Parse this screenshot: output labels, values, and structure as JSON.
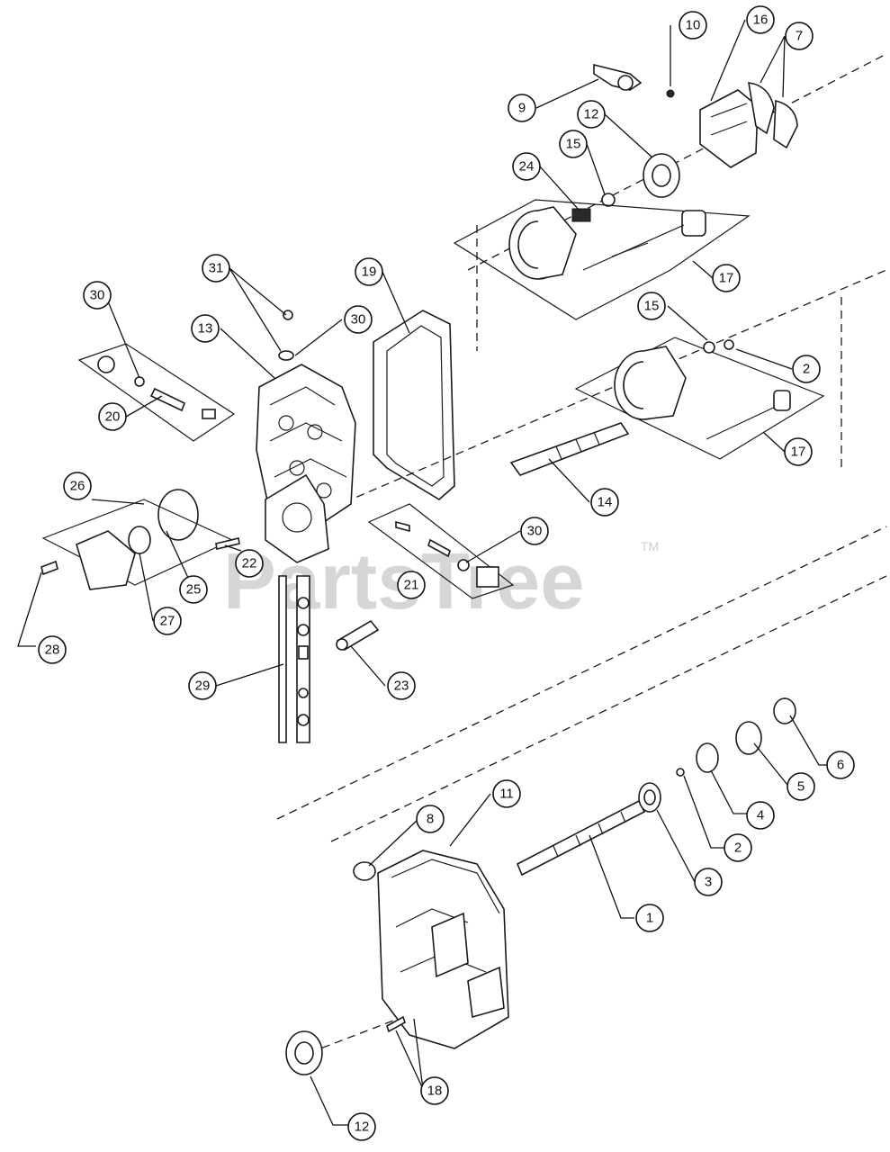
{
  "watermark": {
    "brand": "PartsTree",
    "mark": "TM"
  },
  "callouts": [
    {
      "id": "c10",
      "label": "10"
    },
    {
      "id": "c16",
      "label": "16"
    },
    {
      "id": "c7",
      "label": "7"
    },
    {
      "id": "c9",
      "label": "9"
    },
    {
      "id": "c12a",
      "label": "12"
    },
    {
      "id": "c15a",
      "label": "15"
    },
    {
      "id": "c24",
      "label": "24"
    },
    {
      "id": "c17a",
      "label": "17"
    },
    {
      "id": "c31",
      "label": "31"
    },
    {
      "id": "c19",
      "label": "19"
    },
    {
      "id": "c30a",
      "label": "30"
    },
    {
      "id": "c13",
      "label": "13"
    },
    {
      "id": "c30b",
      "label": "30"
    },
    {
      "id": "c15b",
      "label": "15"
    },
    {
      "id": "c2a",
      "label": "2"
    },
    {
      "id": "c20",
      "label": "20"
    },
    {
      "id": "c17b",
      "label": "17"
    },
    {
      "id": "c26",
      "label": "26"
    },
    {
      "id": "c14",
      "label": "14"
    },
    {
      "id": "c30c",
      "label": "30"
    },
    {
      "id": "c22",
      "label": "22"
    },
    {
      "id": "c21",
      "label": "21"
    },
    {
      "id": "c25",
      "label": "25"
    },
    {
      "id": "c27",
      "label": "27"
    },
    {
      "id": "c28",
      "label": "28"
    },
    {
      "id": "c29",
      "label": "29"
    },
    {
      "id": "c23",
      "label": "23"
    },
    {
      "id": "c6",
      "label": "6"
    },
    {
      "id": "c5",
      "label": "5"
    },
    {
      "id": "c8",
      "label": "8"
    },
    {
      "id": "c11",
      "label": "11"
    },
    {
      "id": "c4",
      "label": "4"
    },
    {
      "id": "c2b",
      "label": "2"
    },
    {
      "id": "c3",
      "label": "3"
    },
    {
      "id": "c1",
      "label": "1"
    },
    {
      "id": "c18",
      "label": "18"
    },
    {
      "id": "c12b",
      "label": "12"
    }
  ]
}
